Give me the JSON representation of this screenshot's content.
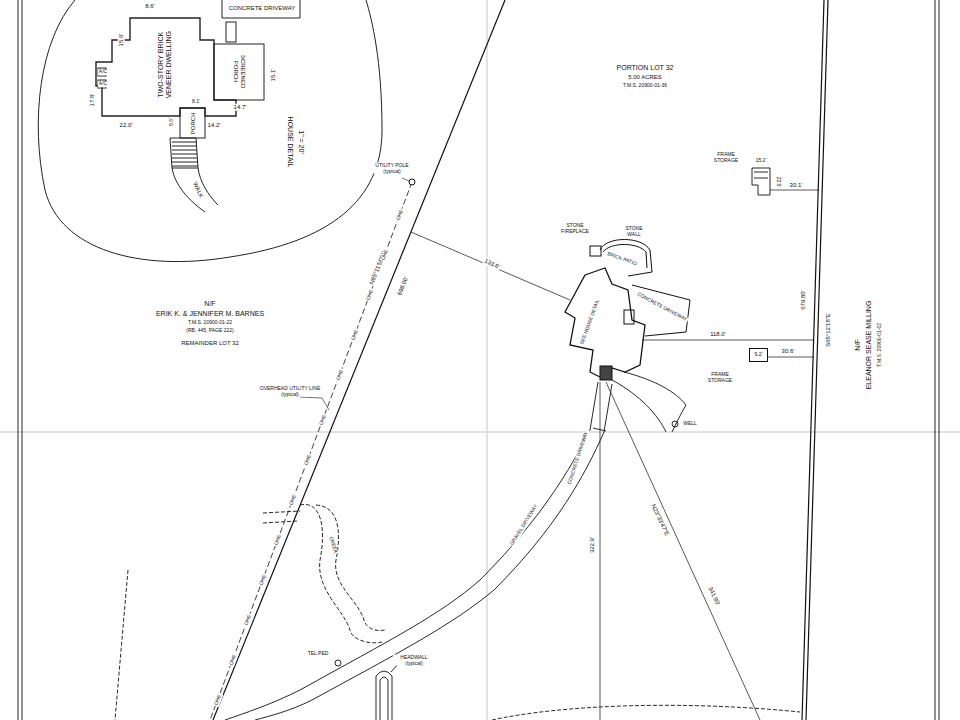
{
  "diagram": {
    "nodes": [
      {
        "text": [
          "TWO-STORY BRICK VENEER DWELLING"
        ]
      },
      {
        "text": [
          "SCREENED PORCH"
        ]
      },
      {
        "text": [
          "PORCH"
        ]
      },
      {
        "text": [
          "9.2'"
        ]
      }
    ],
    "labels": [
      "CONCRETE DRIVEWAY",
      "8.6'",
      "15.6'",
      "A/C",
      "A/C",
      "17.8'",
      "22.0'",
      "9.5'",
      "8.1'",
      "14.2'",
      "14.7'",
      "15.1'",
      "WALK",
      "HOUSE DETAIL",
      "1\" = 20'",
      "UTILITY POLE (typical)",
      "N65°11'58\"W",
      "698.00'",
      "OHE",
      "OHE",
      "OHE",
      "OHE",
      "OHE",
      "OHE",
      "OHE",
      "OHE",
      "OHE",
      "OHE",
      "OHE",
      "OHE",
      "OHE",
      "N/F",
      "ERIK K. & JENNIFER M. BARNES",
      "T.M.S. 20900-01-22",
      "(RB. 445, PAGE 222)",
      "REMAINDER LOT 32",
      "OVERHEAD UTILITY LINE (typical)",
      "PORTION LOT 32",
      "5.00 ACRES",
      "T.M.S. 20900-01-36",
      "FRAME STORAGE",
      "15.2'",
      "22.5'",
      "30.1'",
      "133.6'",
      "STONE FIREPLACE",
      "STONE WALL",
      "BRICK PATIO",
      "CONCRETE DRIVEWAY",
      "SEE HOUSE DETAIL",
      "118.0'",
      "679.80'",
      "S65°12'18\"E",
      "30.6'",
      "FRAME STORAGE",
      "WELL",
      "CONCRETE DRIVEWAY",
      "GRAVEL DRIVEWAY",
      "322.9'",
      "N23°33'47\"E",
      "341.90'",
      "N/F",
      "ELEANOR SEASE MILLING",
      "T.M.S. 20900-01-02",
      "CREEK",
      "TEL PED",
      "HEADWALL (typical)"
    ]
  }
}
